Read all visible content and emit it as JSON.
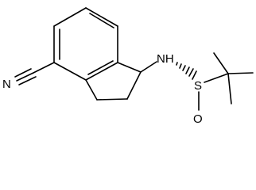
{
  "molecule": {
    "atom_labels": {
      "nitrogen_nitrile": "N",
      "amine": "NH",
      "sulfur": "S",
      "oxygen": "O"
    },
    "colors": {
      "bonds": "#000000",
      "labels": "#000000",
      "background": "#ffffff"
    }
  }
}
